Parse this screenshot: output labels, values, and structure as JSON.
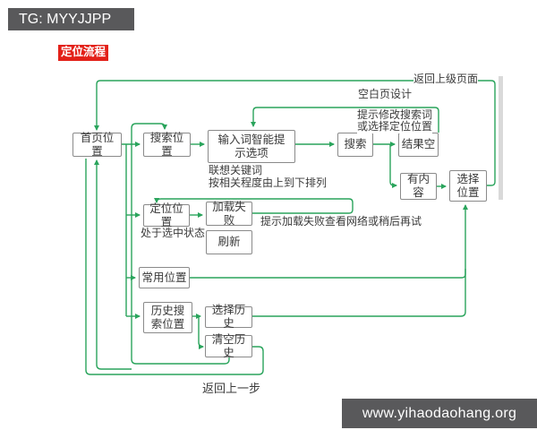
{
  "header": {
    "badge": "TG: MYYJJPP",
    "title": "定位流程"
  },
  "footer": {
    "url": "www.yihaodaohang.org"
  },
  "colors": {
    "line_green": "#2aa45c",
    "box_border": "#8a8a8a",
    "banner_gray": "#59595b",
    "title_red": "#e32119"
  },
  "nodes": {
    "home": "首页位置",
    "search_pos": "搜索位置",
    "smart_prompt": "输入词智能提示选项",
    "search": "搜索",
    "empty_result": "结果空",
    "has_content": "有内容",
    "choose_pos": "选择位置",
    "locate_pos": "定位位置",
    "load_fail": "加载失败",
    "refresh": "刷新",
    "common_pos": "常用位置",
    "history_pos": "历史搜索位置",
    "choose_history": "选择历史",
    "clear_history": "清空历史"
  },
  "annotations": {
    "back_parent": "返回上级页面",
    "blank_design": "空白页设计",
    "modify_hint1": "提示修改搜索词",
    "modify_hint2": "或选择定位位置",
    "assoc1": "联想关键词",
    "assoc2": "按相关程度由上到下排列",
    "selected_state": "处于选中状态",
    "load_fail_hint": "提示加载失败查看网络或稍后再试",
    "back_prev": "返回上一步"
  }
}
